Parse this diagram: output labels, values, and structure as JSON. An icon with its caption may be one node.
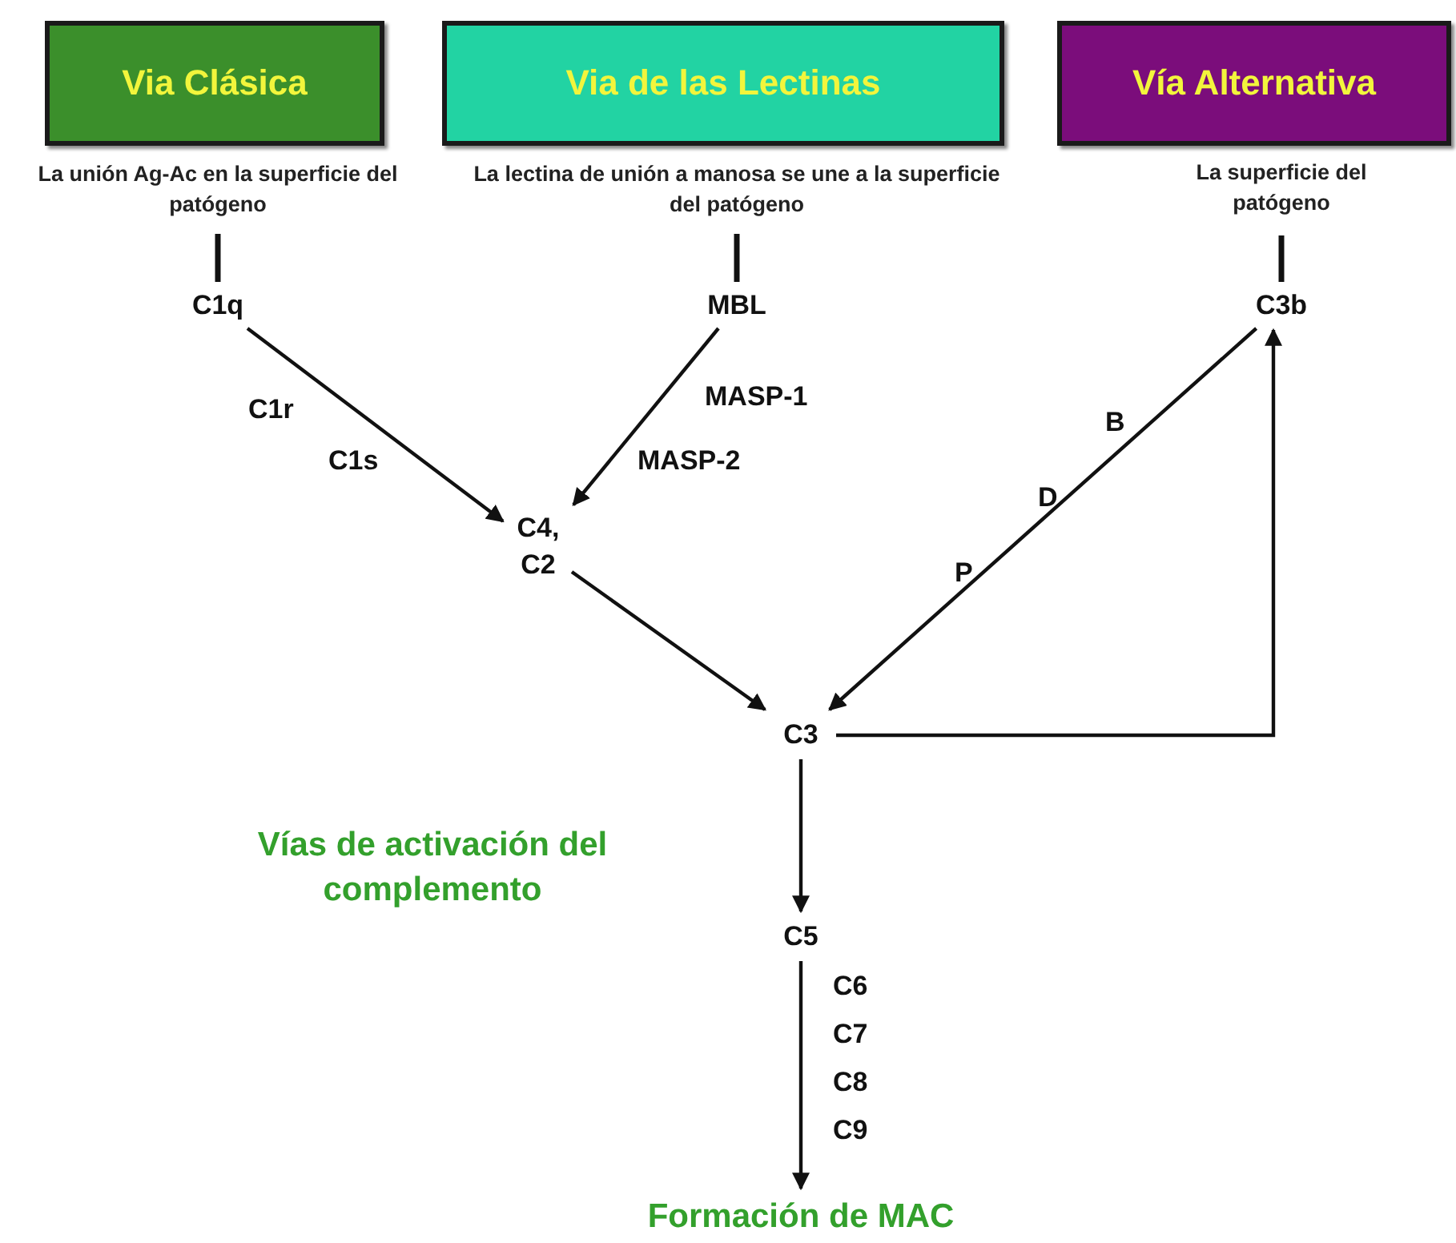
{
  "diagram": {
    "nodes": [
      {
        "text": [
          "Via Clásica"
        ]
      },
      {
        "text": [
          "Via de las Lectinas"
        ]
      },
      {
        "text": [
          "Vía Alternativa"
        ]
      },
      {
        "text": [
          "La unión Ag-Ac en la superficie del patógeno"
        ]
      },
      {
        "text": [
          "La lectina de unión a manosa se une a la superficie del patógeno"
        ]
      },
      {
        "text": [
          "La superficie del patógeno"
        ]
      },
      {
        "text": [
          "C1q"
        ]
      },
      {
        "text": [
          "MBL"
        ]
      },
      {
        "text": [
          "C3b"
        ]
      },
      {
        "text": [
          "C4, C2"
        ]
      },
      {
        "text": [
          "C3"
        ]
      },
      {
        "text": [
          "C5"
        ]
      },
      {
        "text": [
          "Formación de MAC"
        ]
      }
    ],
    "edges": [
      {
        "from": 3,
        "to": 6,
        "arrow": "none"
      },
      {
        "from": 4,
        "to": 7,
        "arrow": "none"
      },
      {
        "from": 5,
        "to": 8,
        "arrow": "none"
      },
      {
        "from": 6,
        "to": 9,
        "arrow": "to"
      },
      {
        "from": 7,
        "to": 9,
        "arrow": "to"
      },
      {
        "from": 9,
        "to": 10,
        "arrow": "to"
      },
      {
        "from": 8,
        "to": 10,
        "arrow": "to"
      },
      {
        "from": 10,
        "to": 8,
        "arrow": "to"
      },
      {
        "from": 10,
        "to": 11,
        "arrow": "to"
      },
      {
        "from": 11,
        "to": 12,
        "arrow": "to"
      }
    ],
    "labels": [
      "C1r",
      "MASP-1",
      "B",
      "C1s",
      "MASP-2",
      "D",
      "P",
      "Vías de activación del complemento",
      "C6",
      "C7",
      "C8",
      "C9"
    ]
  }
}
